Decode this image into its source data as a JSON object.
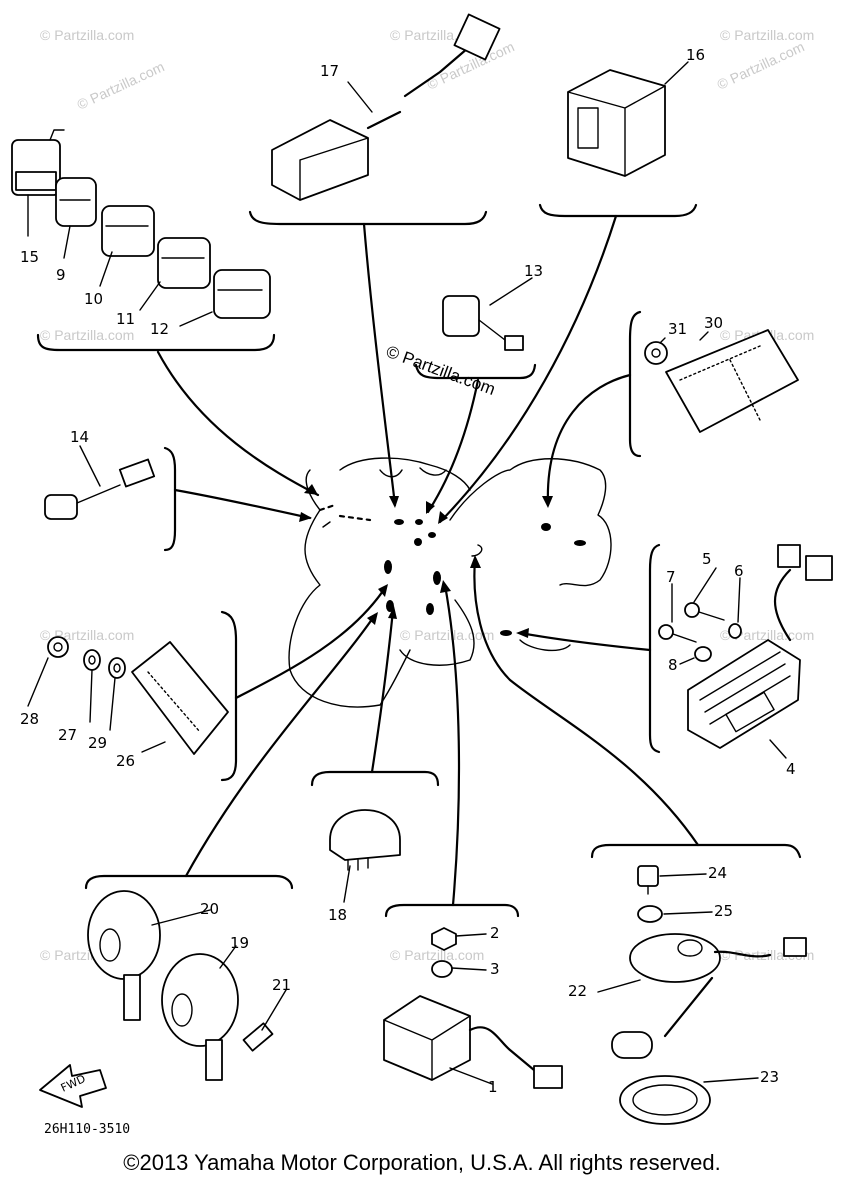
{
  "watermark": "© Partzilla.com",
  "drawing_code": "26H110-3510",
  "copyright": "©2013 Yamaha Motor Corporation, U.S.A. All rights reserved.",
  "fwd_label": "FWD",
  "callouts": [
    "1",
    "2",
    "3",
    "4",
    "5",
    "6",
    "7",
    "8",
    "9",
    "10",
    "11",
    "12",
    "13",
    "14",
    "15",
    "16",
    "17",
    "18",
    "19",
    "20",
    "21",
    "22",
    "23",
    "24",
    "25",
    "26",
    "27",
    "28",
    "29",
    "30",
    "31"
  ]
}
